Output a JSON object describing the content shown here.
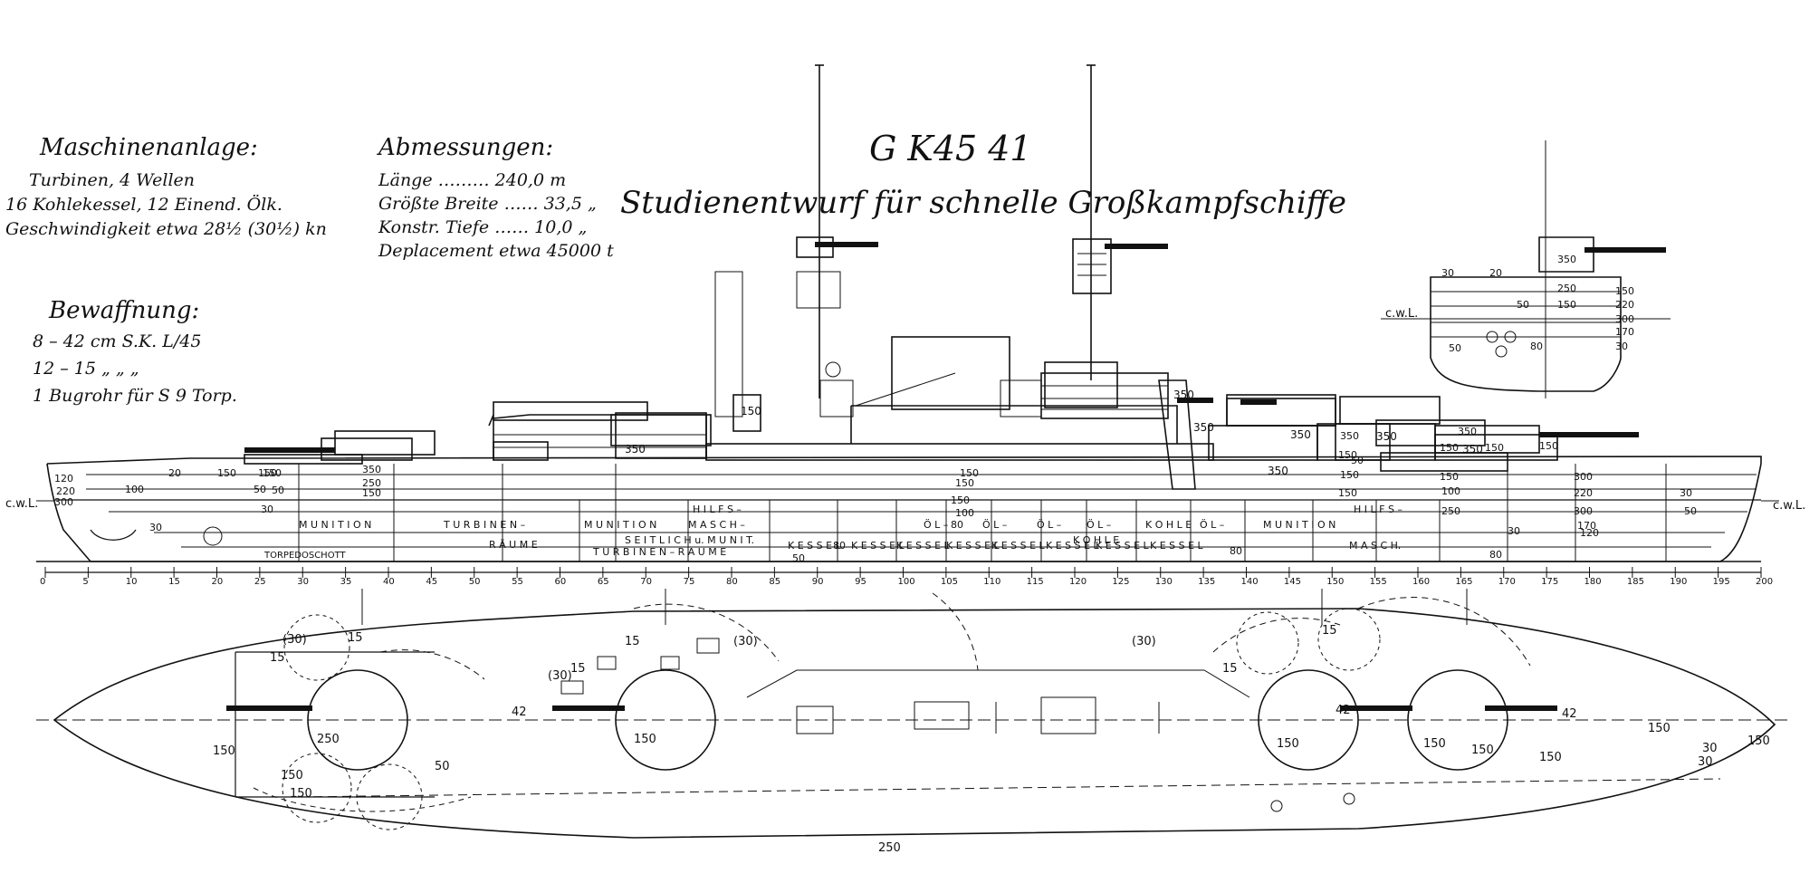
{
  "title": {
    "code": "G K45 41",
    "main": "Studienentwurf für schnelle Großkampfschiffe"
  },
  "machinery": {
    "heading": "Maschinenanlage:",
    "lines": [
      "Turbinen, 4 Wellen",
      "16 Kohlekessel, 12 Einend. Ölk.",
      "Geschwindigkeit etwa 28½ (30½) kn"
    ]
  },
  "dimensions": {
    "heading": "Abmessungen:",
    "lines": [
      "Länge ……… 240,0 m",
      "Größte Breite …… 33,5 „",
      "Konstr. Tiefe …… 10,0 „",
      "Deplacement etwa 45000 t"
    ]
  },
  "armament": {
    "heading": "Bewaffnung:",
    "lines": [
      "8 – 42 cm S.K. L/45",
      "12 – 15 „ „ „",
      "1 Bugrohr für S 9 Torp."
    ]
  },
  "labels": {
    "cwl_left": "c.w.L.",
    "cwl_right": "c.w.L.",
    "cwl_section": "c.w.L.",
    "compartments_row1": [
      "M U N I T I O N",
      "T U R B I N E N –",
      "M U N I T I O N",
      "M A S C H –",
      "H I L F S –",
      "H I L F S –",
      "M U N I T I O N",
      "Ö L –",
      "Ö L –",
      "Ö L –",
      "Ö L –",
      "K O H L E",
      "Ö L –",
      "K O H L E"
    ],
    "compartments_row2": [
      "R Ä U M E",
      "T U R B I N E N – R Ä U M E",
      "S E I T L I C H  u. M U N I T.",
      "K E S S E L",
      "K E S S E L",
      "K E S S E L",
      "K E S S E L",
      "K E S S E L",
      "K E S S E L",
      "K E S S E L",
      "K E S S E L",
      "M A S C H."
    ],
    "torpedo": "TORPEDOSCHOTT",
    "armor": [
      "20",
      "150",
      "150",
      "50",
      "150",
      "350",
      "250",
      "150",
      "30",
      "50",
      "300",
      "120",
      "220",
      "100",
      "30",
      "150",
      "150",
      "150",
      "100",
      "80",
      "350",
      "150",
      "150",
      "150",
      "150",
      "100",
      "250",
      "50",
      "350",
      "150",
      "150",
      "150",
      "300",
      "220",
      "300",
      "170",
      "120",
      "30",
      "50",
      "30",
      "80",
      "80",
      "50",
      "80"
    ],
    "section": [
      "30",
      "350",
      "250",
      "150",
      "150",
      "220",
      "300",
      "170",
      "30",
      "50",
      "80",
      "50",
      "20"
    ],
    "plan": [
      "(30)",
      "15",
      "15",
      "15",
      "15",
      "(30)",
      "42",
      "(30)",
      "(30)",
      "15",
      "15",
      "42",
      "42",
      "250",
      "150",
      "150",
      "150",
      "150",
      "150",
      "250",
      "150",
      "150",
      "150",
      "30",
      "50",
      "150",
      "150",
      "30"
    ],
    "turret_numbers": [
      "150",
      "350",
      "350",
      "350",
      "350",
      "350",
      "350",
      "350"
    ]
  },
  "scale": {
    "ticks": [
      "0",
      "5",
      "10",
      "15",
      "20",
      "25",
      "30",
      "35",
      "40",
      "45",
      "50",
      "55",
      "60",
      "65",
      "70",
      "75",
      "80",
      "85",
      "90",
      "95",
      "100",
      "105",
      "110",
      "115",
      "120",
      "125",
      "130",
      "135",
      "140",
      "145",
      "150",
      "155",
      "160",
      "165",
      "170",
      "175",
      "180",
      "185",
      "190",
      "195",
      "200"
    ]
  },
  "colors": {
    "ink": "#111111",
    "paper": "#ffffff"
  }
}
